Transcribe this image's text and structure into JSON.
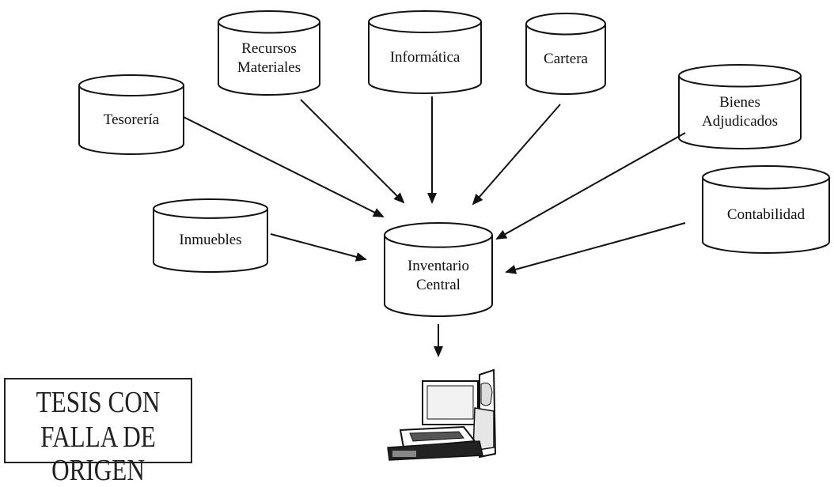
{
  "diagram": {
    "sources": [
      {
        "id": "tesoreria",
        "lines": [
          "Tesorería"
        ]
      },
      {
        "id": "recursos-materiales",
        "lines": [
          "Recursos",
          "Materiales"
        ]
      },
      {
        "id": "informatica",
        "lines": [
          "Informática"
        ]
      },
      {
        "id": "cartera",
        "lines": [
          "Cartera"
        ]
      },
      {
        "id": "bienes-adjudicados",
        "lines": [
          "Bienes",
          "Adjudicados"
        ]
      },
      {
        "id": "inmuebles",
        "lines": [
          "Inmuebles"
        ]
      },
      {
        "id": "contabilidad",
        "lines": [
          "Contabilidad"
        ]
      }
    ],
    "center": {
      "id": "inventario-central",
      "lines": [
        "Inventario",
        "Central"
      ]
    },
    "output": {
      "id": "user-computer",
      "icon": "user-at-computer-icon"
    }
  },
  "stamp": {
    "line1": "TESIS CON",
    "line2": "FALLA DE ORIGEN"
  }
}
